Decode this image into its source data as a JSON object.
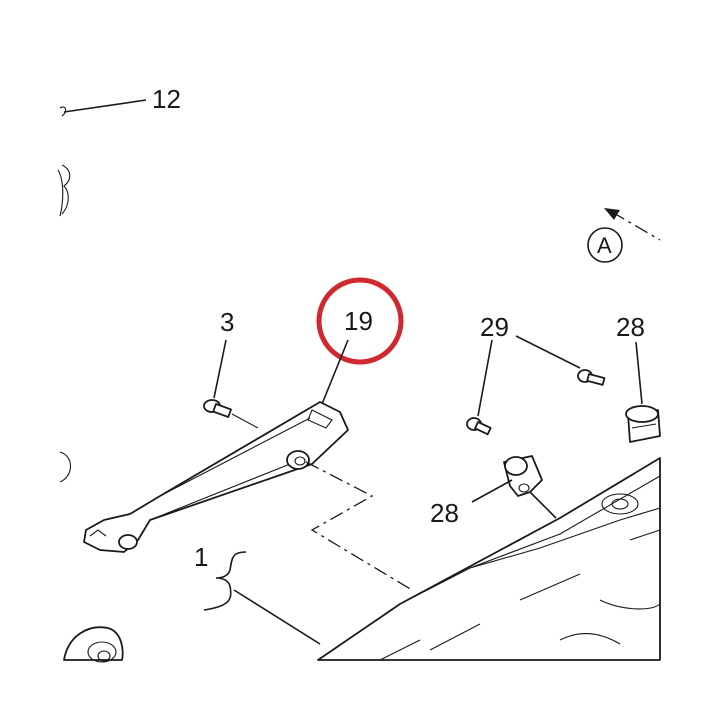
{
  "diagram": {
    "callouts": [
      {
        "id": "c12",
        "text": "12"
      },
      {
        "id": "c3",
        "text": "3"
      },
      {
        "id": "c19",
        "text": "19",
        "highlighted": true
      },
      {
        "id": "c29",
        "text": "29"
      },
      {
        "id": "c28a",
        "text": "28"
      },
      {
        "id": "c28b",
        "text": "28"
      },
      {
        "id": "c1",
        "text": "1"
      }
    ],
    "view_marker": {
      "text": "A"
    },
    "highlight_color": "#d0282f",
    "line_color": "#1a1a1a"
  }
}
